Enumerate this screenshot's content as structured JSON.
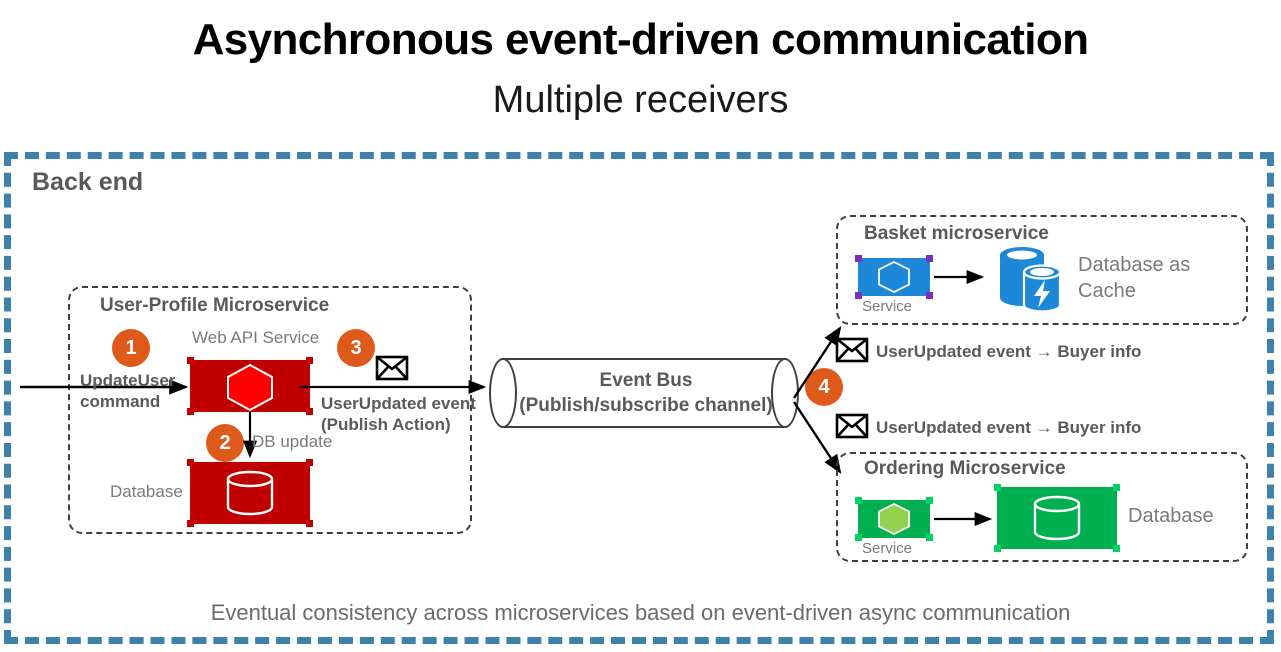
{
  "title": {
    "main": "Asynchronous event-driven communication",
    "sub": "Multiple receivers"
  },
  "backend": {
    "label": "Back end",
    "border_color": "#3E82AC"
  },
  "user_profile_ms": {
    "title": "User-Profile Microservice",
    "web_api_caption": "Web API Service",
    "database_caption": "Database",
    "box_color": "#C00000",
    "hexagon_color": "#FF0000"
  },
  "event_bus": {
    "line1": "Event Bus",
    "line2": "(Publish/subscribe channel)"
  },
  "basket_ms": {
    "title": "Basket microservice",
    "service_caption": "Service",
    "database_caption_line1": "Database as",
    "database_caption_line2": "Cache",
    "box_color": "#1E88D8",
    "handle_color": "#7B2FBE"
  },
  "ordering_ms": {
    "title": "Ordering Microservice",
    "service_caption": "Service",
    "database_caption": "Database",
    "box_color": "#00B050",
    "handle_color": "#00D264",
    "hexagon_color": "#92D050"
  },
  "steps": [
    {
      "number": "1"
    },
    {
      "number": "2"
    },
    {
      "number": "3"
    },
    {
      "number": "4"
    }
  ],
  "flow_labels": {
    "update_user_line1": "UpdateUser",
    "update_user_line2": "command",
    "db_update": "DB update",
    "user_updated_line1": "UserUpdated event",
    "user_updated_line2": "(Publish Action)",
    "basket_subscriber": "UserUpdated event → Buyer info",
    "ordering_subscriber": "UserUpdated event → Buyer info"
  },
  "bottom_caption": "Eventual consistency across microservices based on event-driven async communication",
  "colors": {
    "accent_orange": "#DE5A1B",
    "backend_blue": "#3E82AC",
    "text_gray": "#595959",
    "caption_gray": "#7a7a7a",
    "line_black": "#1a1a1a"
  }
}
